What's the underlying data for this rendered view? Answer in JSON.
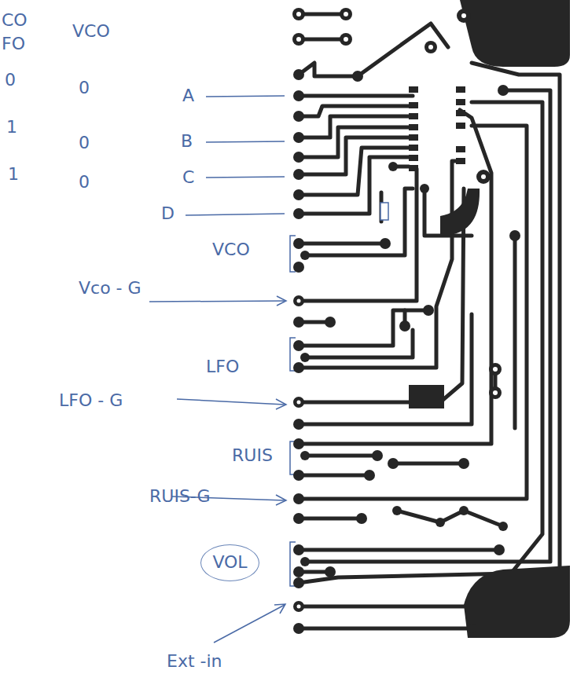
{
  "diagram": {
    "nodes": [
      {
        "text": [
          "VOL"
        ]
      }
    ],
    "labels": [
      "CO",
      "FO",
      "VCO",
      "0",
      "0",
      "A",
      "1",
      "0",
      "B",
      "1",
      "0",
      "C",
      "D",
      "VCO",
      "Vco - G",
      "LFO",
      "LFO - G",
      "RUIS",
      "RUIS-G",
      "Ext -in"
    ]
  }
}
